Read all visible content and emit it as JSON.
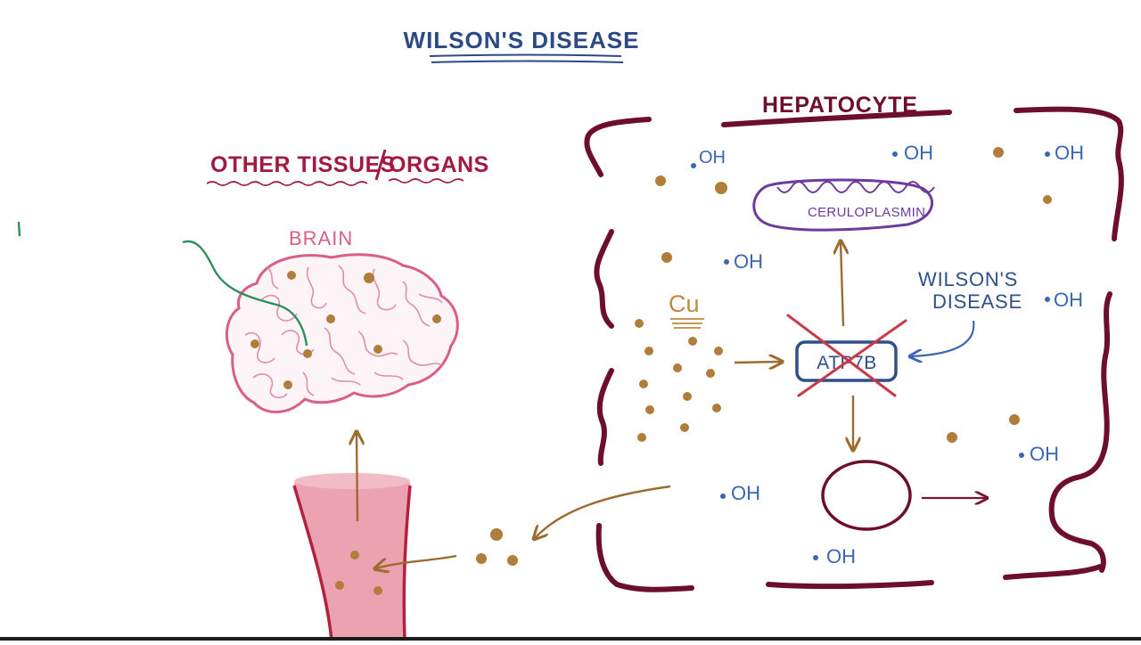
{
  "title": "WILSON'S DISEASE",
  "other_tissues": {
    "label_part1": "OTHER TISSUES",
    "label_part2": "ORGANS"
  },
  "brain": {
    "label": "BRAIN"
  },
  "hepatocyte": {
    "label": "HEPATOCYTE",
    "ceruloplasmin_label": "CERULOPLASMIN",
    "copper_label": "Cu",
    "transporter_label": "ATP7B",
    "wilsons_label_line1": "WILSON'S",
    "wilsons_label_line2": "DISEASE",
    "hydroxyl_label": "OH"
  },
  "colors": {
    "title": "#2b4a85",
    "maroon": "#6d0f2c",
    "crimson": "#a3193f",
    "pink": "#d95f86",
    "copper": "#b07d3a",
    "blue": "#3a67b1",
    "purple": "#6c3b9c",
    "red_cross": "#c93a48",
    "vessel_fill": "#eba2b1",
    "vessel_edge": "#b3213e",
    "green": "#2f8f5f"
  },
  "icons": [
    "copper-dot",
    "hydroxyl-radical",
    "brain-icon",
    "mitochondrion-icon",
    "vesicle-icon",
    "blood-vessel"
  ]
}
